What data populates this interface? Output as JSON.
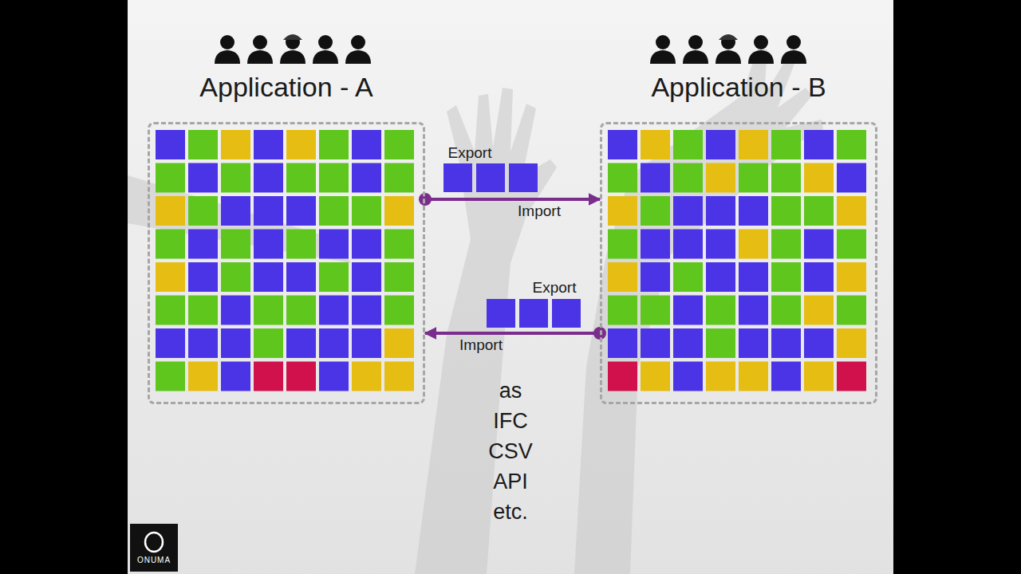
{
  "diagram": {
    "nodes": [
      {
        "text": [
          "Application - A"
        ]
      },
      {
        "text": [
          "Application - B"
        ]
      }
    ],
    "edges": [
      {
        "from": 0,
        "to": 1,
        "arrow": "to"
      },
      {
        "from": 1,
        "to": 0,
        "arrow": "to"
      }
    ],
    "labels": [
      "Export",
      "Import",
      "Export",
      "Import",
      "as IFC CSV API etc.",
      "ONUMA"
    ]
  }
}
